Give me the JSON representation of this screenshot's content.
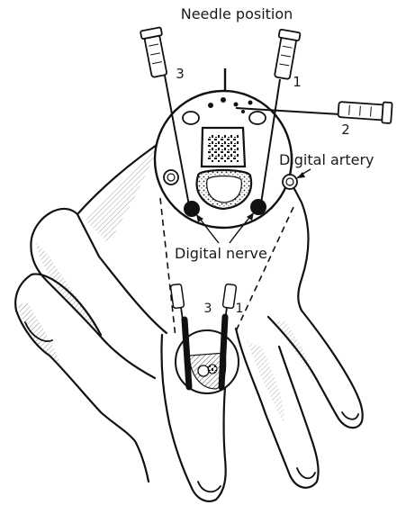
{
  "title": "Needle position",
  "labels": {
    "digital_artery": "Digital artery",
    "digital_nerve": "Digital nerve"
  },
  "needles_cross_section": {
    "left": "3",
    "right": "1",
    "side": "2"
  },
  "needles_finger": {
    "left": "3",
    "right": "1"
  },
  "colors": {
    "ink": "#111111",
    "background": "#ffffff"
  }
}
